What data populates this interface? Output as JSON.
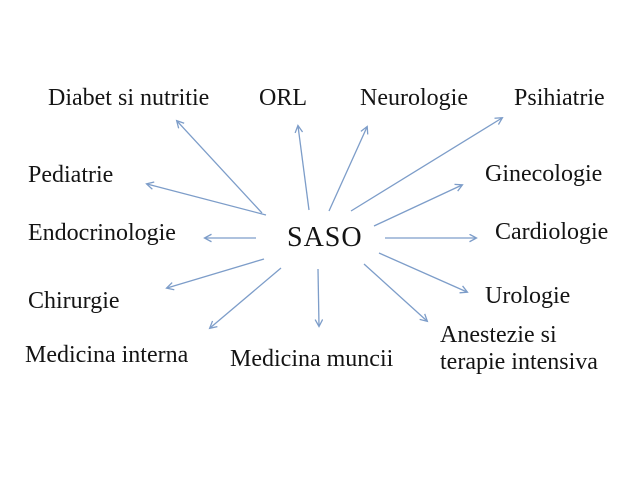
{
  "diagram": {
    "title": "SASO specialty referral diagram",
    "center": {
      "label": "SASO"
    },
    "nodes": [
      {
        "id": "diabet-si-nutritie",
        "label": "Diabet si nutritie"
      },
      {
        "id": "orl",
        "label": "ORL"
      },
      {
        "id": "neurologie",
        "label": "Neurologie"
      },
      {
        "id": "psihiatrie",
        "label": "Psihiatrie"
      },
      {
        "id": "pediatrie",
        "label": "Pediatrie"
      },
      {
        "id": "ginecologie",
        "label": "Ginecologie"
      },
      {
        "id": "endocrinologie",
        "label": "Endocrinologie"
      },
      {
        "id": "cardiologie",
        "label": "Cardiologie"
      },
      {
        "id": "chirurgie",
        "label": "Chirurgie"
      },
      {
        "id": "urologie",
        "label": "Urologie"
      },
      {
        "id": "medicina-interna",
        "label": "Medicina interna"
      },
      {
        "id": "medicina-muncii",
        "label": "Medicina muncii"
      },
      {
        "id": "anestezie-terapie-intensiva",
        "label": "Anestezie si terapie intensiva"
      }
    ],
    "colors": {
      "arrow": "#7D9DC9",
      "text": "#141414",
      "background": "#FFFFFF"
    }
  }
}
